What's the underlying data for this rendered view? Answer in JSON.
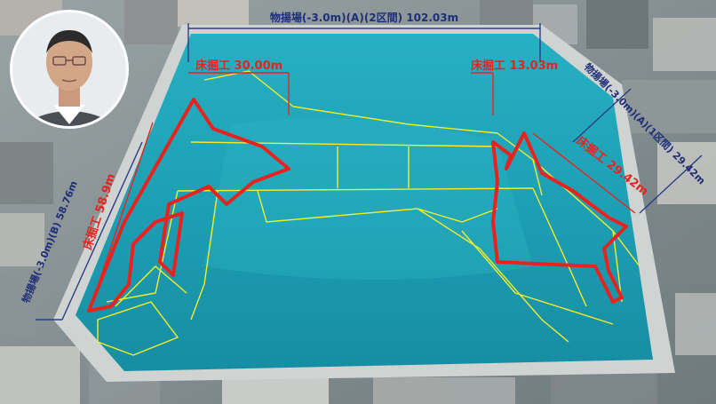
{
  "labels": {
    "top_pier_dimension": "物揚場(-3.0m)(A)(2区間) 102.03m",
    "excavation_left_top": "床掘工 30.00m",
    "excavation_right_top": "床掘工 13.03m",
    "excavation_right_side": "床掘工 29.42m",
    "excavation_left_side": "床掘工 58.9m",
    "right_pier_dimension": "物揚場(-3.0m)(A)(1区間) 29.42m",
    "left_pier_dimension": "物揚場(-3.0m)(B) 58.76m"
  },
  "colors": {
    "water": "#1e9fb4",
    "water_dark": "#147f94",
    "excavation_outline": "#e8231f",
    "slope_lines": "#f2ee2a",
    "dimension_lines": "#2b3d86",
    "label_red": "#e8231f",
    "label_blue": "#1f2e78"
  },
  "photo": {
    "subject": "aerial view of a harbor basin with quay walls and surrounding town",
    "inset": "circular portrait of a man with short dark hair and glasses, top-left"
  }
}
